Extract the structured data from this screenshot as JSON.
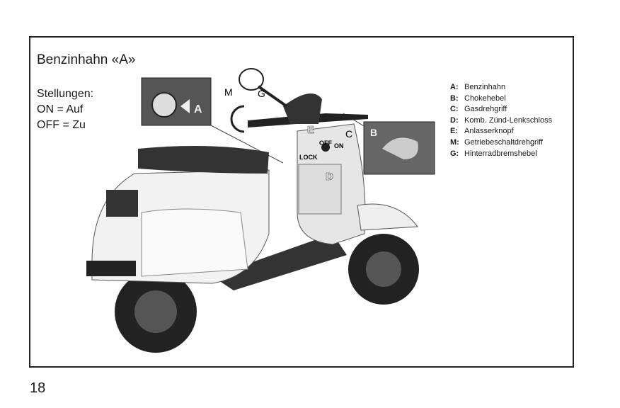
{
  "title": "Benzinhahn «A»",
  "positions": {
    "heading": "Stellungen:",
    "on": "ON = Auf",
    "off": "OFF = Zu"
  },
  "legend": [
    {
      "key": "A:",
      "label": "Benzinhahn"
    },
    {
      "key": "B:",
      "label": "Chokehebel"
    },
    {
      "key": "C:",
      "label": "Gasdrehgriff"
    },
    {
      "key": "D:",
      "label": "Komb. Zünd-Lenkschloss"
    },
    {
      "key": "E:",
      "label": "Anlasserknopf"
    },
    {
      "key": "M:",
      "label": "Getriebeschaltdrehgriff"
    },
    {
      "key": "G:",
      "label": "Hinterradbremshebel"
    }
  ],
  "callouts": {
    "A": "A",
    "B": "B",
    "C": "C",
    "D": "D",
    "E": "E",
    "M": "M",
    "G": "G",
    "off": "OFF",
    "on": "ON",
    "lock": "LOCK"
  },
  "page_number": "18"
}
